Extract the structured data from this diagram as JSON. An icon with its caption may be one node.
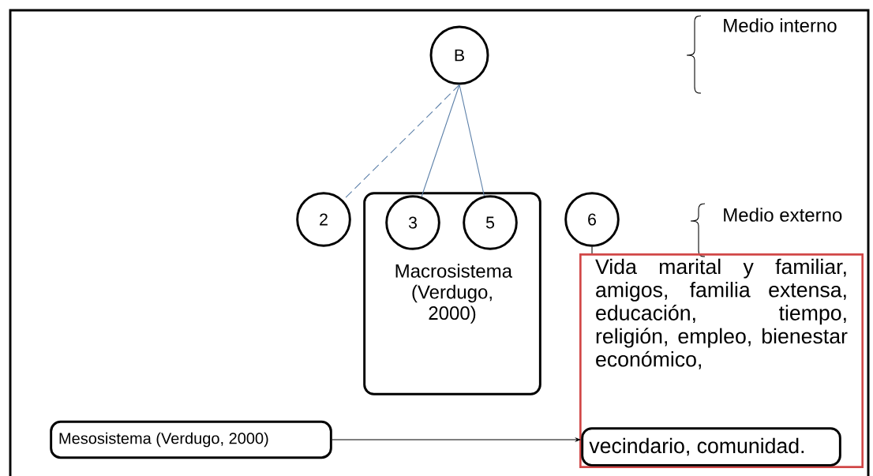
{
  "diagram": {
    "nodes": [
      {
        "text": [
          "B"
        ]
      },
      {
        "text": [
          "2"
        ]
      },
      {
        "text": [
          "Macrosistema (Verdugo, 2000)"
        ]
      },
      {
        "text": [
          "3"
        ],
        "in": 2
      },
      {
        "text": [
          "5"
        ],
        "in": 2
      },
      {
        "text": [
          "6"
        ]
      },
      {
        "text": [
          "Vida marital y familiar, amigos, familia extensa, educación, tiempo, religión, empleo, bienestar económico,"
        ]
      },
      {
        "text": [
          "vecindario, comunidad."
        ],
        "in": 6
      },
      {
        "text": [
          "Mesosistema (Verdugo, 2000)"
        ]
      }
    ],
    "edges": [
      {
        "from": 0,
        "to": 1,
        "arrow": "none",
        "style": "dashed",
        "color": "#5b7fa8"
      },
      {
        "from": 0,
        "to": 3,
        "arrow": "none",
        "color": "#5b7fa8"
      },
      {
        "from": 0,
        "to": 4,
        "arrow": "none",
        "color": "#5b7fa8"
      },
      {
        "from": 5,
        "to": 6,
        "arrow": "none",
        "color": "#000000"
      },
      {
        "from": 8,
        "to": 7,
        "arrow": "to",
        "color": "#000000"
      }
    ],
    "labels": [
      "Medio interno",
      "Medio externo"
    ]
  }
}
